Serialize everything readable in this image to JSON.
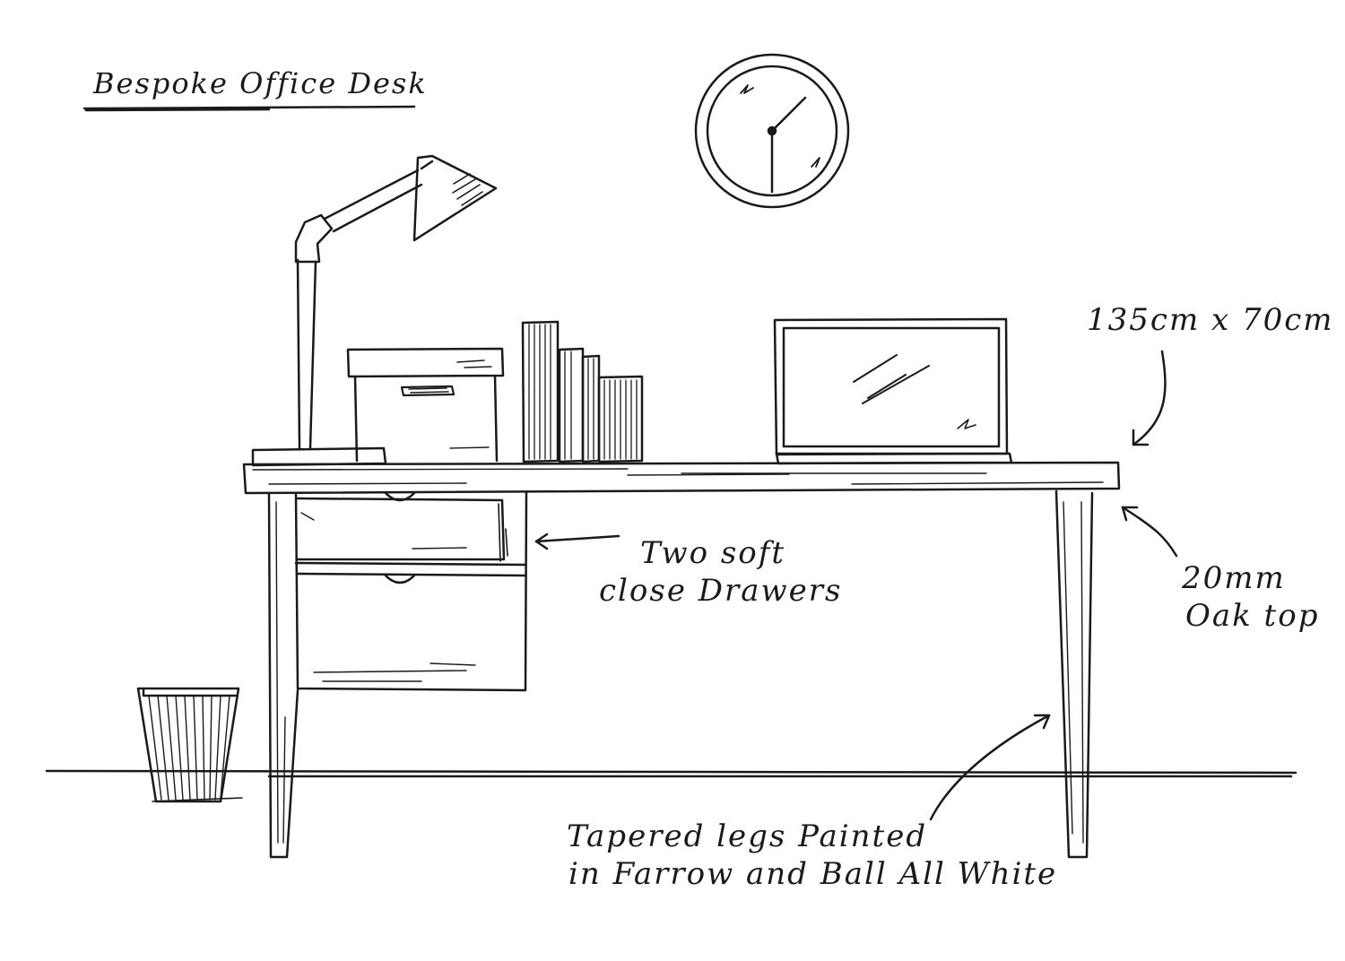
{
  "title": "Bespoke Office Desk",
  "annotations": {
    "dimensions": "135cm x 70cm",
    "drawers_line1": "Two soft",
    "drawers_line2": "close Drawers",
    "top_line1": "20mm",
    "top_line2": "Oak top",
    "legs_line1": "Tapered legs Painted",
    "legs_line2": "in Farrow and Ball All White"
  },
  "colors": {
    "ink": "#1a1a1a",
    "paper": "#ffffff"
  },
  "icons": [
    "wall-clock-icon",
    "desk-lamp-icon",
    "storage-box-icon",
    "books-icon",
    "laptop-icon",
    "waste-basket-icon"
  ]
}
